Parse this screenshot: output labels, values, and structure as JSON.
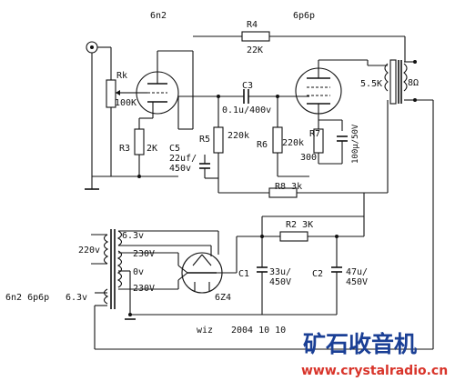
{
  "labels": {
    "tube_6n2": "6n2",
    "tube_6p6p": "6p6p",
    "r4": "R4",
    "r4_val": "22K",
    "rk": "Rk",
    "rk_val": "100K",
    "c3": "C3",
    "c3_val": "0.1u/400v",
    "r5": "R5",
    "r5_val": "220k",
    "r6": "R6",
    "r6_val": "220k",
    "r3": "R3",
    "r3_val": "2K",
    "c5": "C5",
    "c5_val1": "22uf/",
    "c5_val2": "450v",
    "r7": "R7",
    "r7_val": "300",
    "c_cath": "100μ/50V",
    "ot_primary": "5.5K",
    "ot_secondary": "8Ω",
    "r8": "R8 3k",
    "r2": "R2 3K",
    "pt_63_top": "6.3v",
    "pt_220": "220v",
    "pt_230a": "230V",
    "pt_0v": "0v",
    "pt_230b": "230V",
    "pt_63_bottom": "6.3v",
    "heater_label": "6n2 6p6p",
    "rect_tube": "6Z4",
    "c1": "C1",
    "c1_val1": "33u/",
    "c1_val2": "450V",
    "c2": "C2",
    "c2_val1": "47u/",
    "c2_val2": "450V",
    "author": "wiz",
    "date": "2004 10 10"
  },
  "watermark": {
    "chinese": "矿石收音机",
    "url": "www.crystalradio.cn"
  },
  "colors": {
    "watermark_blue": "#1a3f95",
    "watermark_red": "#d8342a"
  }
}
